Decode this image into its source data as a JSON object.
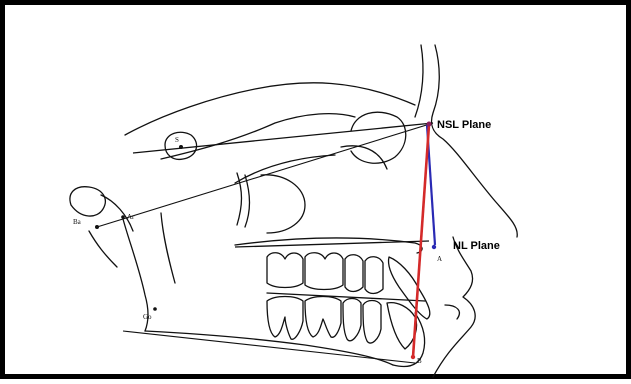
{
  "labels": {
    "nsl_plane": "NSL Plane",
    "nl_plane": "NL Plane",
    "s": "S",
    "ba": "Ba",
    "ar": "Ar",
    "go": "Go",
    "a": "A",
    "b": "B"
  },
  "colors": {
    "red_line": "#d42a2a",
    "blue_line": "#2a2ab4",
    "ink": "#111111"
  }
}
